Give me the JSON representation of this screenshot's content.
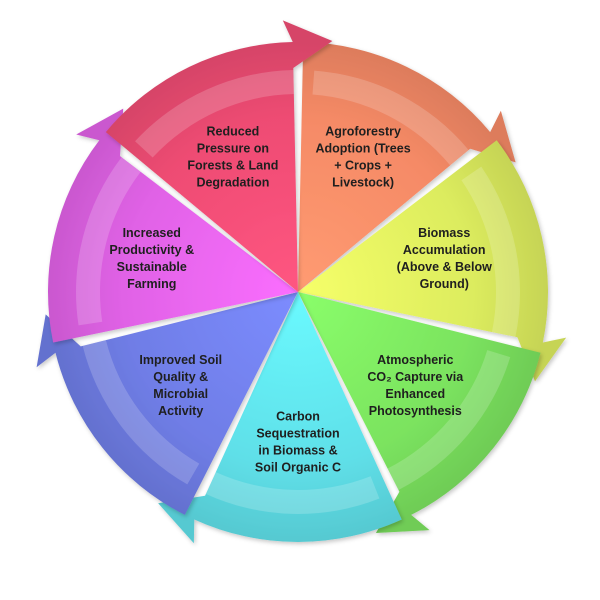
{
  "segments": [
    {
      "lines": [
        "Agroforestry",
        "Adoption (Trees",
        "+ Crops +",
        "Livestock)"
      ],
      "color": "#f58a66"
    },
    {
      "lines": [
        "Biomass",
        "Accumulation",
        "(Above & Below",
        "Ground)"
      ],
      "color": "#dcec5e"
    },
    {
      "lines": [
        "Atmospheric",
        "CO₂ Capture via",
        "Enhanced",
        "Photosynthesis"
      ],
      "color": "#7be35f"
    },
    {
      "lines": [
        "Carbon",
        "Sequestration",
        "in Biomass &",
        "Soil Organic C"
      ],
      "color": "#5fdfe8"
    },
    {
      "lines": [
        "Improved Soil",
        "Quality &",
        "Microbial",
        "Activity"
      ],
      "color": "#6f7de6"
    },
    {
      "lines": [
        "Increased",
        "Productivity &",
        "Sustainable",
        "Farming"
      ],
      "color": "#e062e6"
    },
    {
      "lines": [
        "Reduced",
        "Pressure on",
        "Forests & Land",
        "Degradation"
      ],
      "color": "#ee4c73"
    }
  ]
}
